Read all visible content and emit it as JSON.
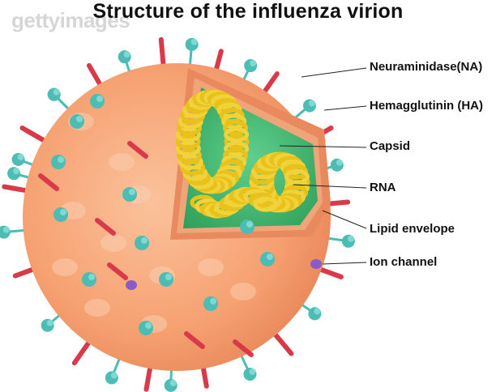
{
  "title": "Structure of the influenza virion",
  "watermark": "gettyimages",
  "labels": [
    {
      "id": "neuraminidase",
      "text": "Neuraminidase(NA)"
    },
    {
      "id": "hemagglutinin",
      "text": "Hemagglutinin (HA)"
    },
    {
      "id": "capsid",
      "text": "Capsid"
    },
    {
      "id": "rna",
      "text": "RNA"
    },
    {
      "id": "lipid-envelope",
      "text": "Lipid envelope"
    },
    {
      "id": "ion-channel",
      "text": "Ion channel"
    }
  ],
  "colors": {
    "envelope": "#f6a172",
    "envelope_rim": "#e9875a",
    "capsid": "#3fb06a",
    "capsid_inner": "#5cc98a",
    "rna": "#e8c21b",
    "hemagglutinin": "#d93a4a",
    "neuraminidase": "#4bbdb5",
    "ion_channel": "#8a5ac8"
  }
}
